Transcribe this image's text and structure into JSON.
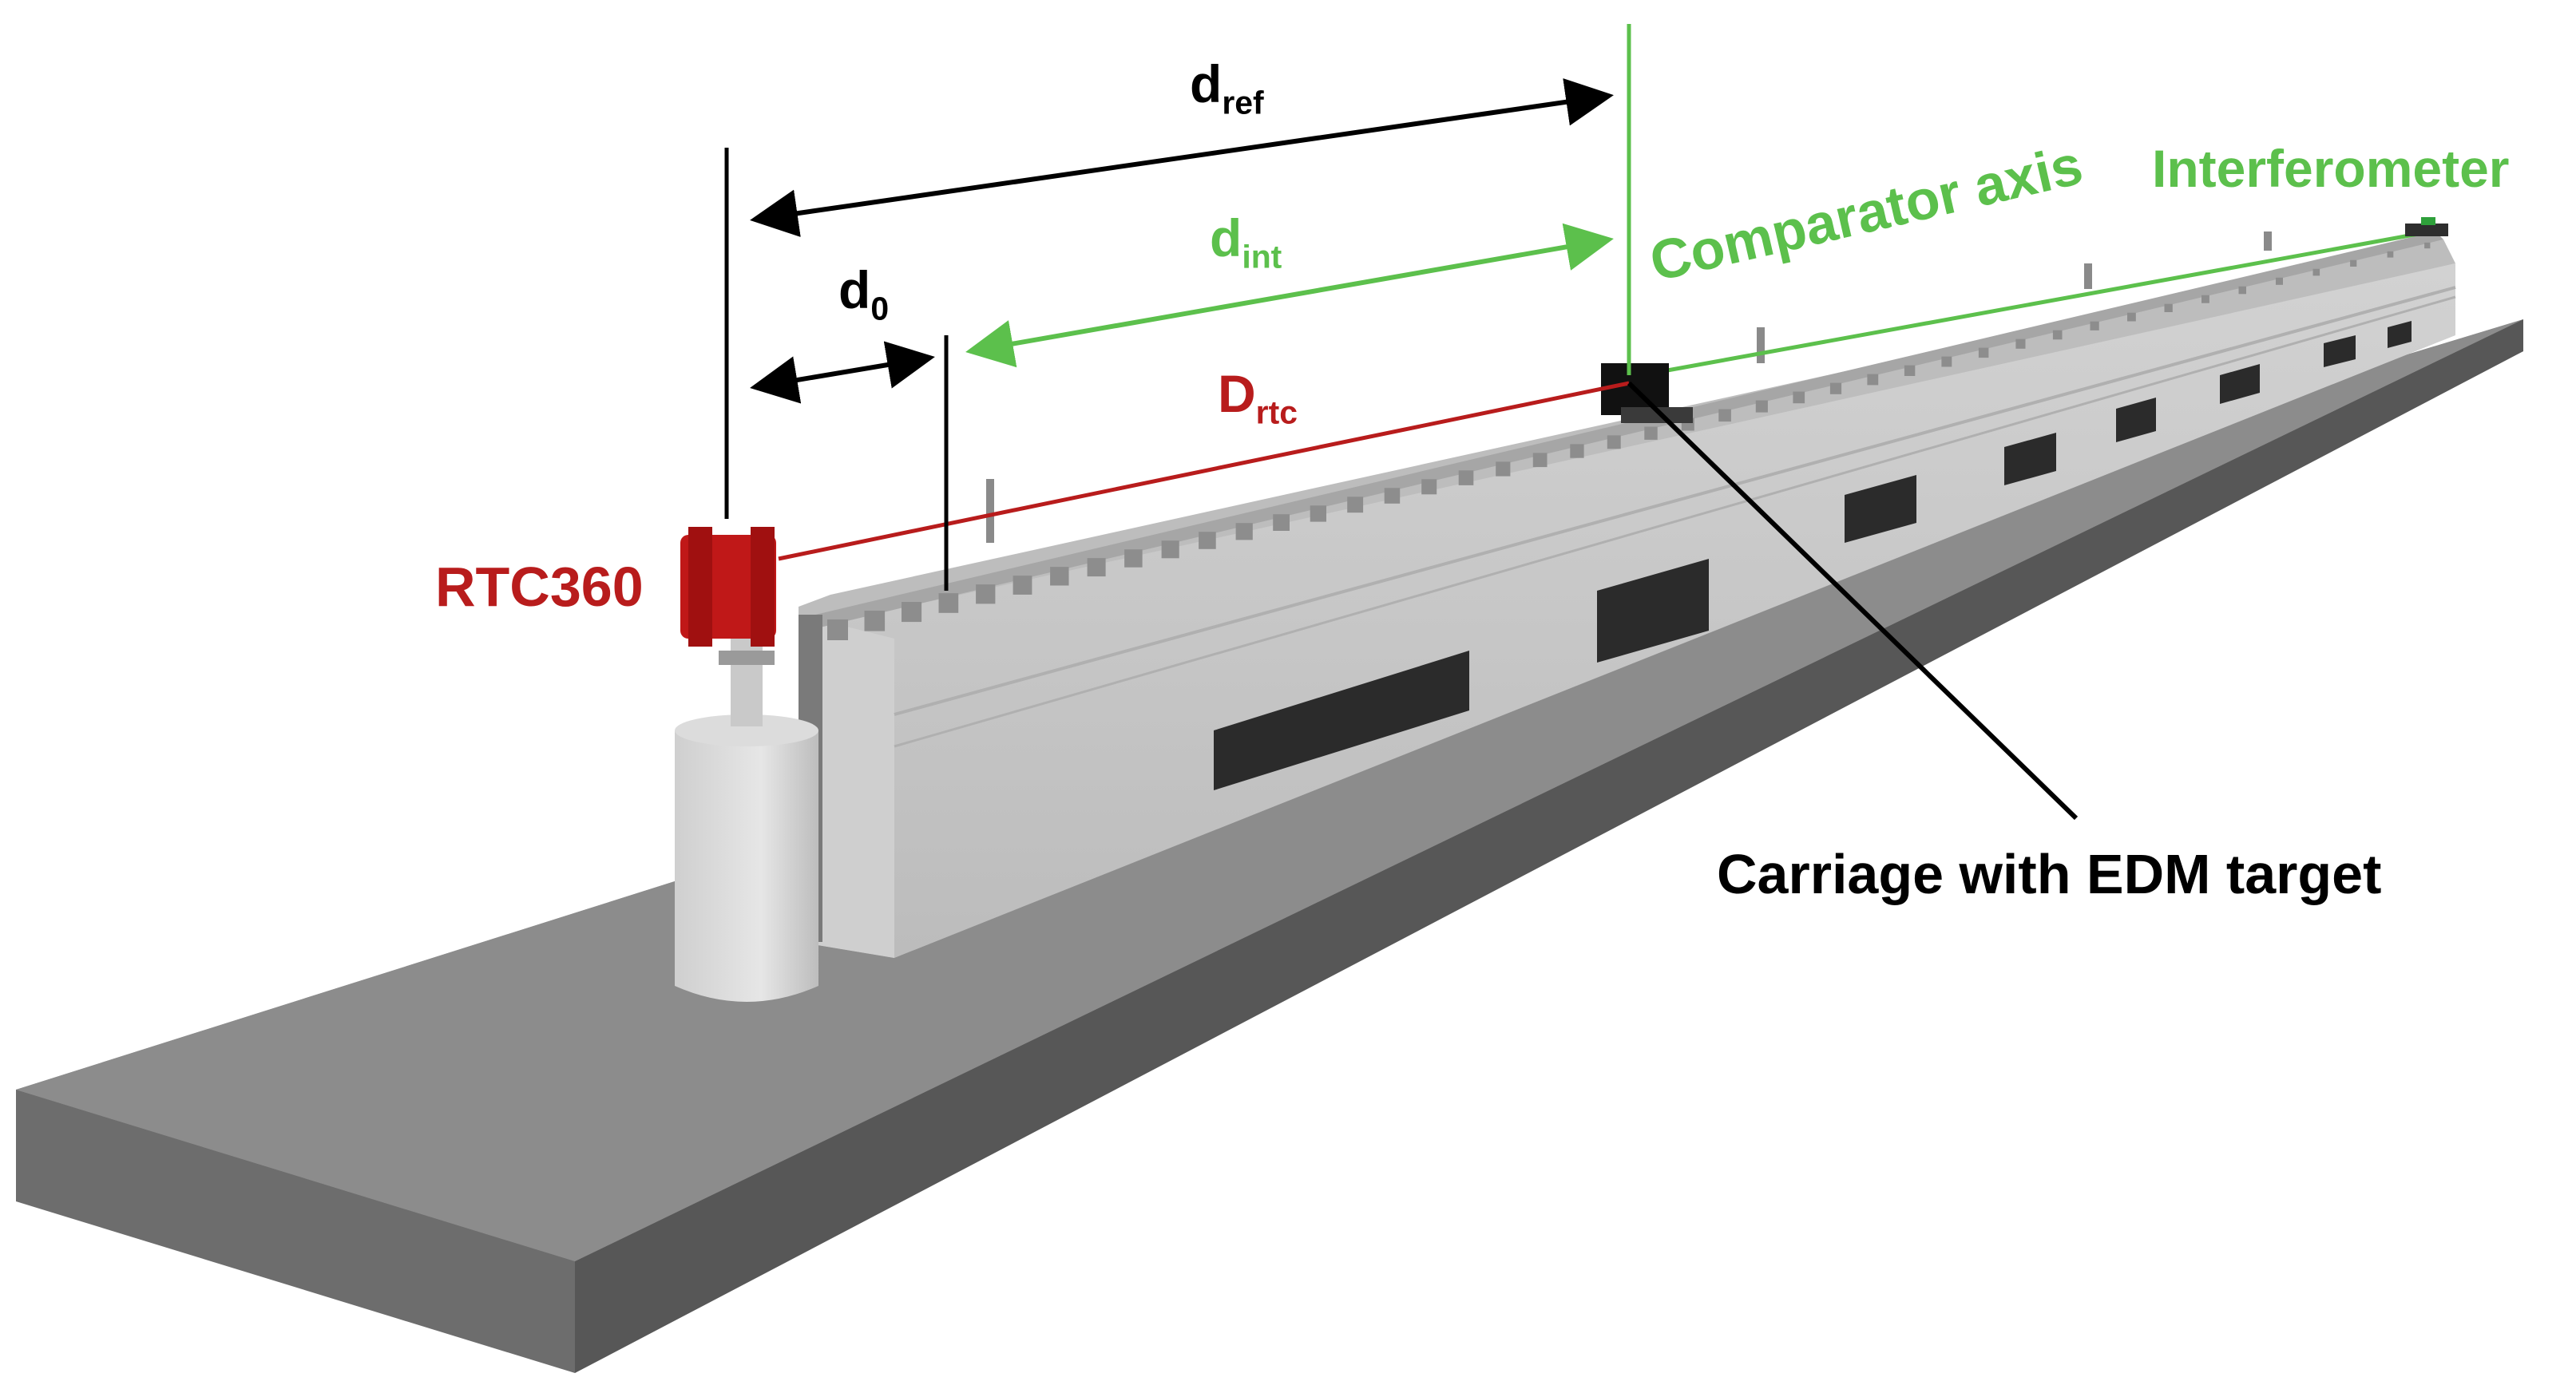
{
  "labels": {
    "d_ref": {
      "main": "d",
      "sub": "ref"
    },
    "d_int": {
      "main": "d",
      "sub": "int"
    },
    "d_0": {
      "main": "d",
      "sub": "0"
    },
    "D_rtc": {
      "main": "D",
      "sub": "rtc"
    },
    "rtc360": "RTC360",
    "comparator_axis": "Comparator axis",
    "interferometer": "Interferometer",
    "carriage": "Carriage with EDM target"
  },
  "colors": {
    "black": "#000000",
    "green": "#5cc04c",
    "red": "#b81c1c",
    "instrument_red": "#c01818",
    "slab_top": "#8a8a8a",
    "slab_front": "#6c6c6c",
    "slab_side": "#555555",
    "beam_face": "#c8c8c8",
    "beam_top": "#b8b8b8",
    "rail": "#a9a9a9",
    "pillar": "#d8d8d8",
    "window": "#2a2a2a"
  }
}
